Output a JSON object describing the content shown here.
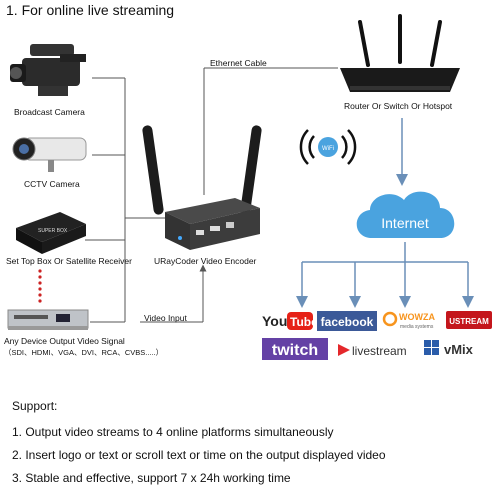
{
  "title": "1. For online live streaming",
  "sources": {
    "broadcast_camera": "Broadcast Camera",
    "cctv_camera": "CCTV Camera",
    "set_top_box": "Set Top Box Or Satellite Receiver",
    "box_brand": "SUPER BOX",
    "any_device": "Any Device Output Video Signal",
    "signal_types": "（SDI、HDMI、VGA、DVI、RCA、CVBS.....）"
  },
  "encoder": {
    "label": "URayCoder Video Encoder"
  },
  "links": {
    "ethernet": "Ethernet Cable",
    "video_input": "Video Input"
  },
  "router": {
    "label": "Router Or Switch Or Hotspot"
  },
  "wifi": {
    "label": "WiFi"
  },
  "internet": {
    "label": "Internet"
  },
  "platforms": {
    "youtube_a": "You",
    "youtube_b": "Tube",
    "facebook": "facebook",
    "wowza": "WOWZA",
    "wowza_sub": "media systems",
    "ustream": "USTREAM",
    "twitch": "twitch",
    "livestream": "livestream",
    "vmix": "vMix"
  },
  "support": {
    "heading": "Support:",
    "items": [
      "1. Output video streams to 4 online platforms simultaneously",
      "2. Insert logo or text or scroll text or time on the output displayed video",
      "3. Stable and effective, support 7 x 24h working time"
    ]
  },
  "colors": {
    "line": "#555555",
    "arrow": "#6a8fb8",
    "cloud": "#4aa3df",
    "youtube_red": "#e62117",
    "facebook_blue": "#3b5998",
    "wowza_orange": "#f7941d",
    "ustream_red": "#c4161c",
    "twitch_purple": "#6441a5",
    "livestream_red": "#e4282b"
  }
}
